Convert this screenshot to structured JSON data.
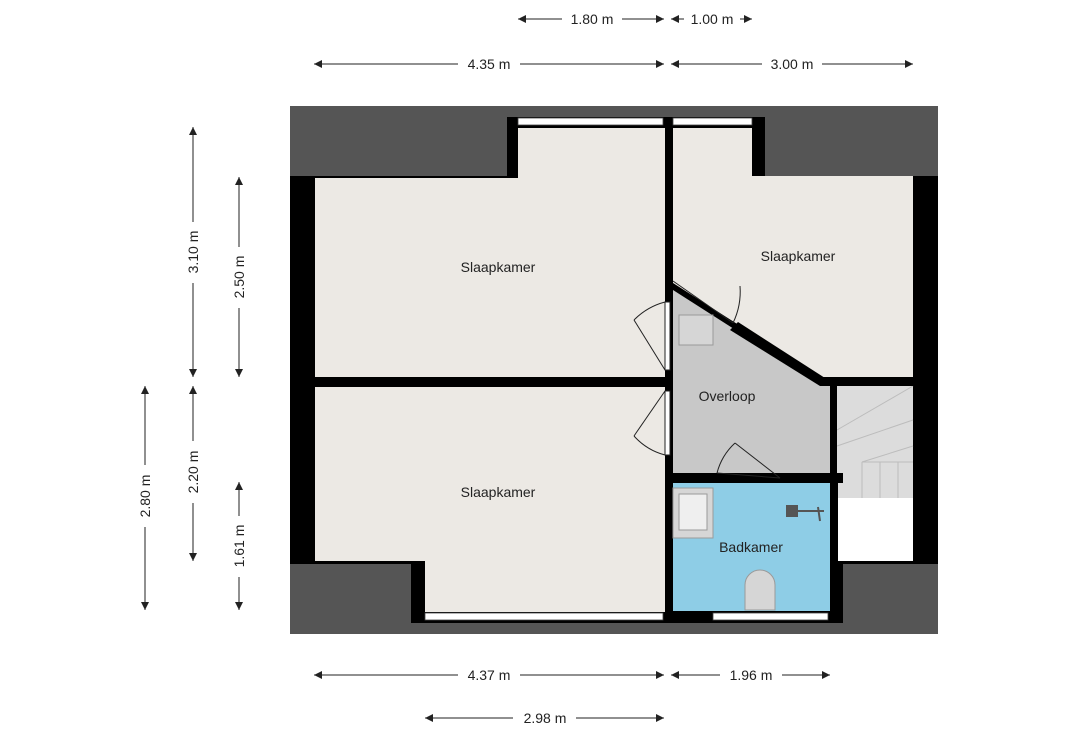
{
  "rooms": {
    "bedroom_top_left": "Slaapkamer",
    "bedroom_top_right": "Slaapkamer",
    "bedroom_bottom_left": "Slaapkamer",
    "landing": "Overloop",
    "bathroom": "Badkamer"
  },
  "dimensions": {
    "top_1": "1.80 m",
    "top_2": "1.00 m",
    "top_3": "4.35 m",
    "top_4": "3.00 m",
    "bottom_1": "4.37 m",
    "bottom_2": "1.96 m",
    "bottom_3": "2.98 m",
    "left_1": "3.10 m",
    "left_2": "2.50 m",
    "left_3": "2.80 m",
    "left_4": "2.20 m",
    "left_5": "1.61 m"
  },
  "colors": {
    "roof": "#555555",
    "walls": "#000000",
    "floor": "#ece9e4",
    "landing": "#c8c8c8",
    "bathroom": "#8ecde6"
  }
}
